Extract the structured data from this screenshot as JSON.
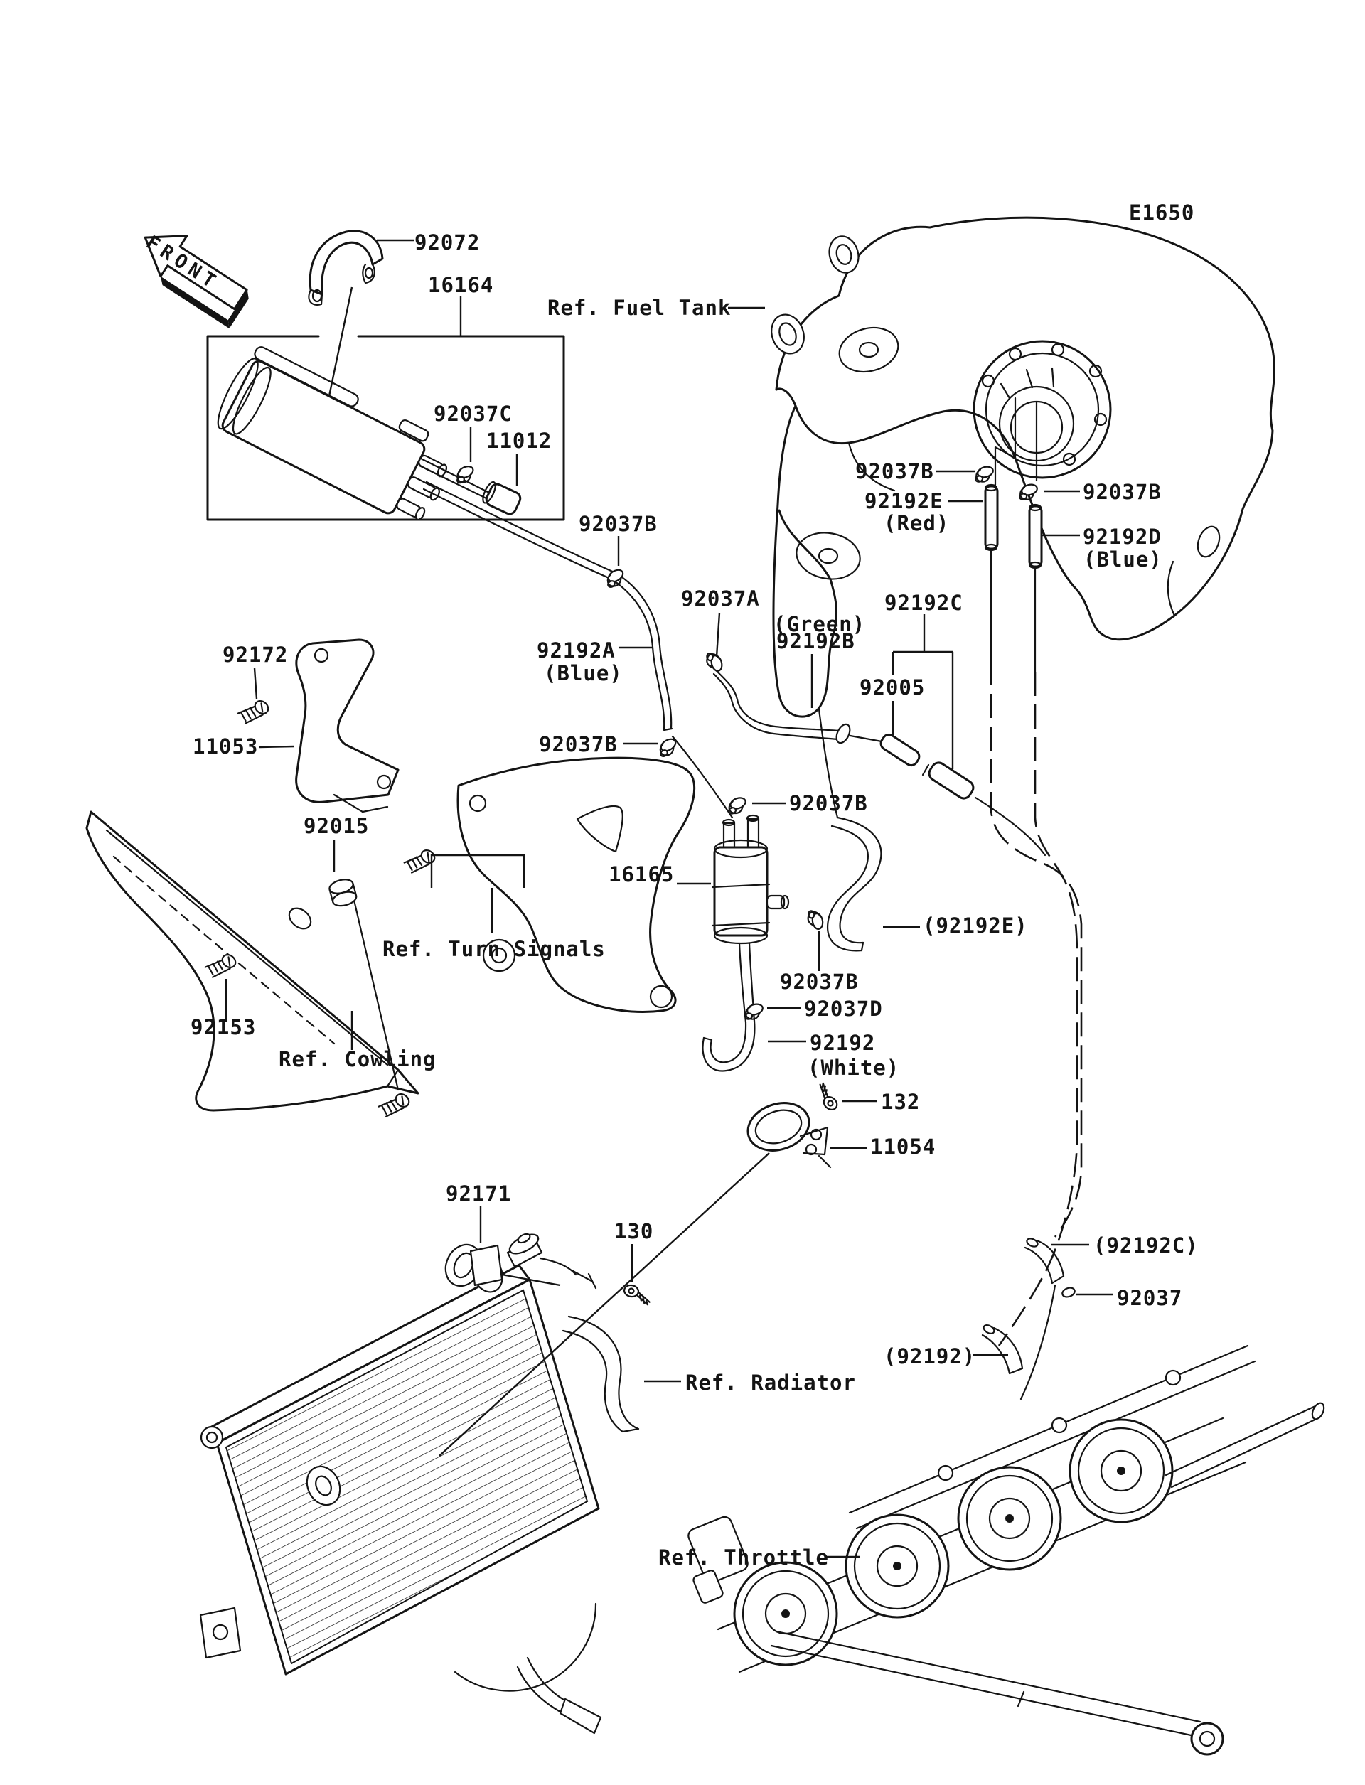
{
  "diagram": {
    "code": "E1650",
    "front_marker": "FRONT",
    "ink_color": "#141414",
    "background_color": "#ffffff"
  },
  "labels": [
    {
      "name": "diagram-code",
      "text": "E1650"
    },
    {
      "name": "ref-fuel-tank",
      "text": "Ref. Fuel Tank"
    },
    {
      "name": "part-92072",
      "text": "92072"
    },
    {
      "name": "part-16164",
      "text": "16164"
    },
    {
      "name": "part-92037c",
      "text": "92037C"
    },
    {
      "name": "part-11012",
      "text": "11012"
    },
    {
      "name": "part-92037b-1",
      "text": "92037B"
    },
    {
      "name": "part-92037b-2",
      "text": "92037B"
    },
    {
      "name": "part-92192e",
      "text": "92192E"
    },
    {
      "name": "color-red",
      "text": "(Red)"
    },
    {
      "name": "part-92037b-3",
      "text": "92037B"
    },
    {
      "name": "part-92192d",
      "text": "92192D"
    },
    {
      "name": "color-blue-d",
      "text": "(Blue)"
    },
    {
      "name": "part-92192c",
      "text": "92192C"
    },
    {
      "name": "color-green",
      "text": "(Green)"
    },
    {
      "name": "part-92192b",
      "text": "92192B"
    },
    {
      "name": "part-92005",
      "text": "92005"
    },
    {
      "name": "part-92037a",
      "text": "92037A"
    },
    {
      "name": "part-92192a",
      "text": "92192A"
    },
    {
      "name": "color-blue-a",
      "text": "(Blue)"
    },
    {
      "name": "part-92037b-4",
      "text": "92037B"
    },
    {
      "name": "part-92172",
      "text": "92172"
    },
    {
      "name": "part-11053",
      "text": "11053"
    },
    {
      "name": "part-92015",
      "text": "92015"
    },
    {
      "name": "ref-turn-signals",
      "text": "Ref. Turn Signals"
    },
    {
      "name": "part-92153",
      "text": "92153"
    },
    {
      "name": "ref-cowling",
      "text": "Ref. Cowling"
    },
    {
      "name": "part-16165",
      "text": "16165"
    },
    {
      "name": "part-92037b-5",
      "text": "92037B"
    },
    {
      "name": "part-92192e-ref",
      "text": "(92192E)"
    },
    {
      "name": "part-92037b-6",
      "text": "92037B"
    },
    {
      "name": "part-92037d",
      "text": "92037D"
    },
    {
      "name": "part-92192",
      "text": "92192"
    },
    {
      "name": "color-white",
      "text": "(White)"
    },
    {
      "name": "part-132",
      "text": "132"
    },
    {
      "name": "part-11054",
      "text": "11054"
    },
    {
      "name": "part-92171",
      "text": "92171"
    },
    {
      "name": "part-130",
      "text": "130"
    },
    {
      "name": "ref-radiator",
      "text": "Ref. Radiator"
    },
    {
      "name": "part-92192-ref",
      "text": "(92192)"
    },
    {
      "name": "part-92192c-ref",
      "text": "(92192C)"
    },
    {
      "name": "part-92037",
      "text": "92037"
    },
    {
      "name": "ref-throttle",
      "text": "Ref. Throttle"
    }
  ]
}
